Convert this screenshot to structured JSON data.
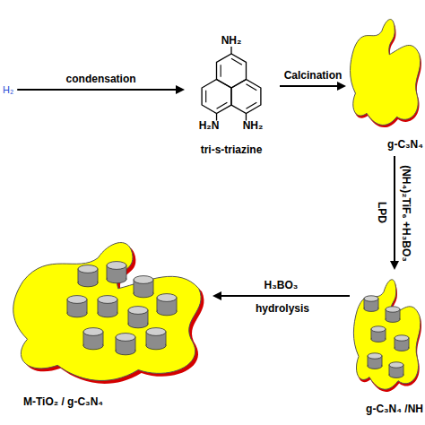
{
  "diagram": {
    "nodes": [
      {
        "text": [
          "H₂"
        ]
      },
      {
        "text": [
          "tri-s-triazine"
        ]
      },
      {
        "text": [
          "g-C₃N₄"
        ]
      },
      {
        "text": [
          "g-C₃N₄ /NH"
        ]
      },
      {
        "text": [
          "M-TiO₂ / g-C₃N₄"
        ]
      }
    ],
    "edges": [
      {
        "from": 0,
        "to": 1,
        "arrow": "to",
        "label": "condensation"
      },
      {
        "from": 1,
        "to": 2,
        "arrow": "to",
        "label": "Calcination"
      },
      {
        "from": 2,
        "to": 3,
        "arrow": "to",
        "label": "(NH₄)₂TiF₆ +H₃BO₃"
      },
      {
        "from": 3,
        "to": 4,
        "arrow": "to",
        "label": "H₃BO₃"
      }
    ],
    "labels": [
      "NH₂",
      "H₂N",
      "NH₂",
      "LPD",
      "hydrolysis"
    ]
  }
}
